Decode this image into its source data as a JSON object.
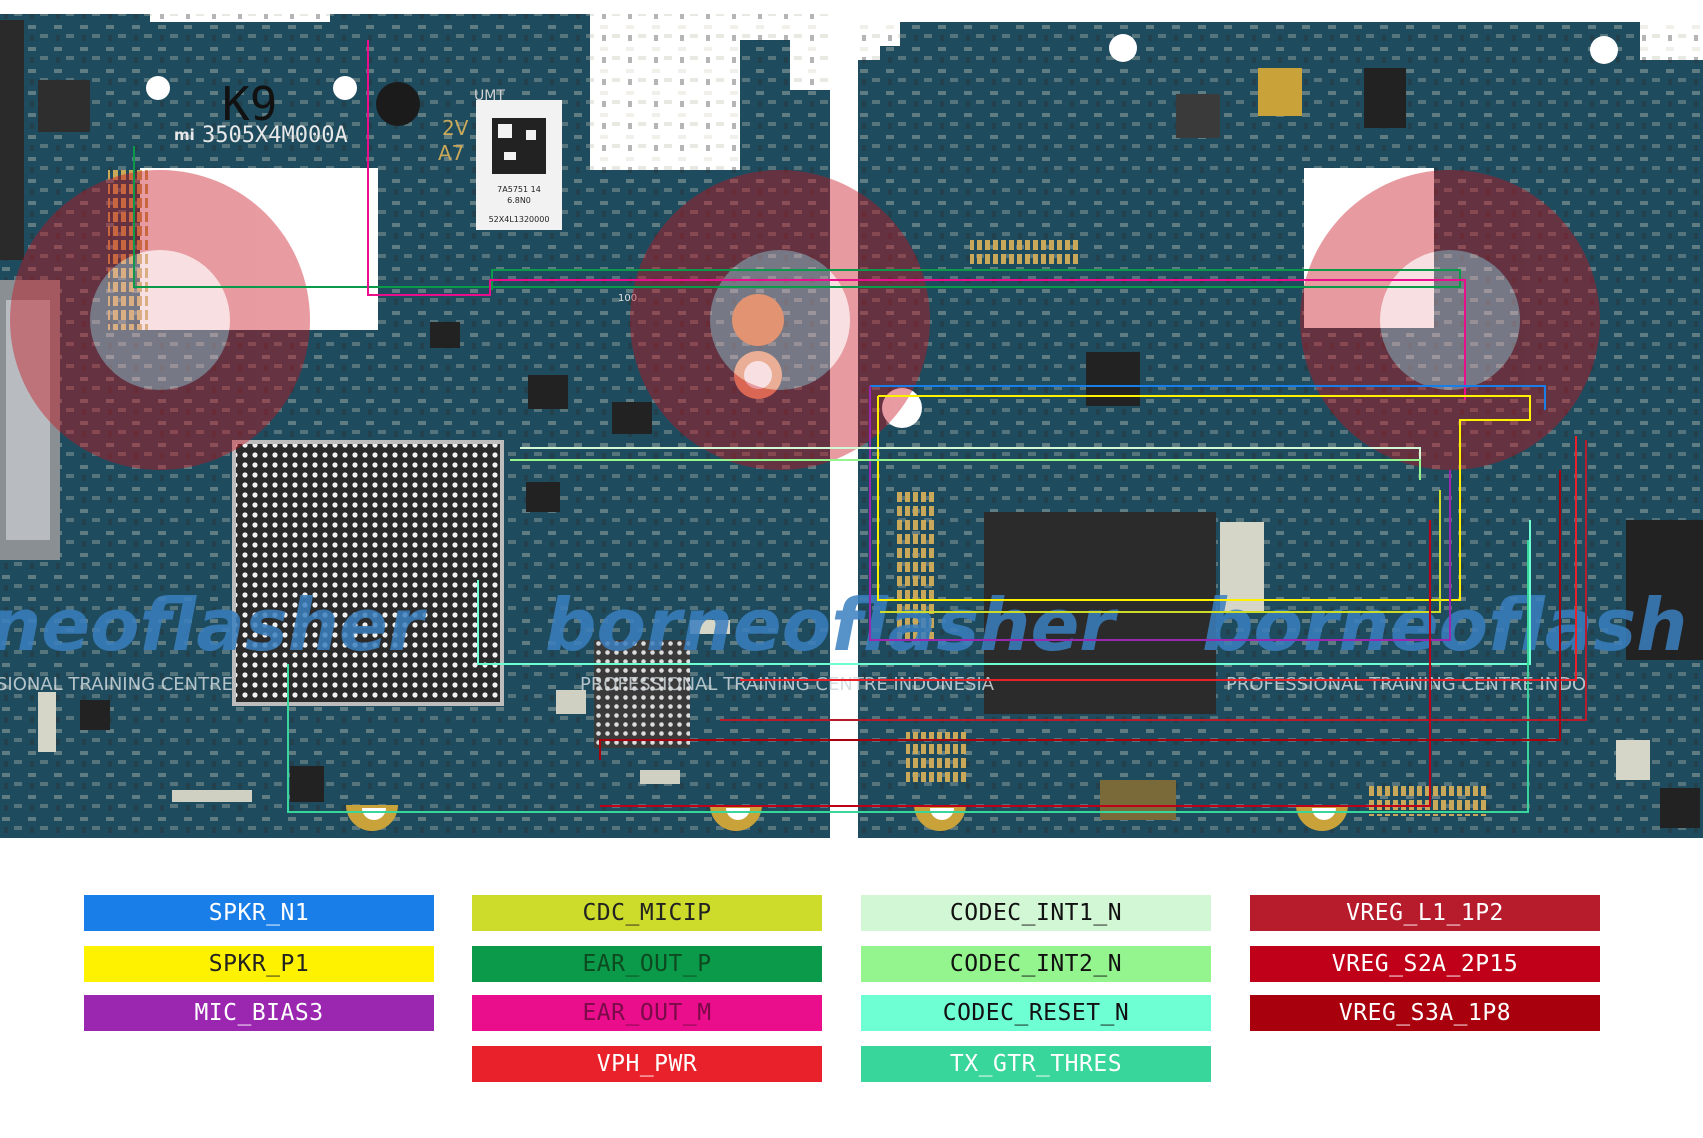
{
  "board": {
    "left_marking": "K9",
    "left_model": "3505X4M000A",
    "left_brand": "mi",
    "label_2v": "2V",
    "label_a7": "A7",
    "label_umt": "UMT",
    "sticker_line1": "7A5751 14",
    "sticker_line2": "6.8N0",
    "sticker_line3": "52X4L1320000",
    "watermark_left": "neoflasher",
    "watermark_mid": "borneoflasher",
    "watermark_right": "borneoflash",
    "tagline_left": "SIONAL TRAINING CENTRE",
    "tagline_mid": "PROFESSIONAL TRAINING CENTRE INDONESIA",
    "tagline_right": "PROFESSIONAL TRAINING CENTRE INDO",
    "label_100": "100"
  },
  "legend": {
    "items": [
      {
        "label": "SPKR_N1",
        "color": "#1a7ee8",
        "text_color": "#ffffff"
      },
      {
        "label": "SPKR_P1",
        "color": "#fff200",
        "text_color": "#222222"
      },
      {
        "label": "MIC_BIAS3",
        "color": "#9b27b0",
        "text_color": "#ffffff"
      },
      {
        "label": "CDC_MICIP",
        "color": "#cddc2a",
        "text_color": "#222222"
      },
      {
        "label": "EAR_OUT_P",
        "color": "#0a9a4a",
        "text_color": "#0d4a20"
      },
      {
        "label": "EAR_OUT_M",
        "color": "#ea0d8c",
        "text_color": "#7a0a48"
      },
      {
        "label": "VPH_PWR",
        "color": "#e8212a",
        "text_color": "#ffffff"
      },
      {
        "label": "CODEC_INT1_N",
        "color": "#d2f7d5",
        "text_color": "#111111"
      },
      {
        "label": "CODEC_INT2_N",
        "color": "#94f58f",
        "text_color": "#111111"
      },
      {
        "label": "CODEC_RESET_N",
        "color": "#6effd2",
        "text_color": "#111111"
      },
      {
        "label": "TX_GTR_THRES",
        "color": "#38d69a",
        "text_color": "#ffffff"
      },
      {
        "label": "VREG_L1_1P2",
        "color": "#b71c2c",
        "text_color": "#ffffff"
      },
      {
        "label": "VREG_S2A_2P15",
        "color": "#c00018",
        "text_color": "#ffffff"
      },
      {
        "label": "VREG_S3A_1P8",
        "color": "#a8000c",
        "text_color": "#ffffff"
      }
    ]
  }
}
